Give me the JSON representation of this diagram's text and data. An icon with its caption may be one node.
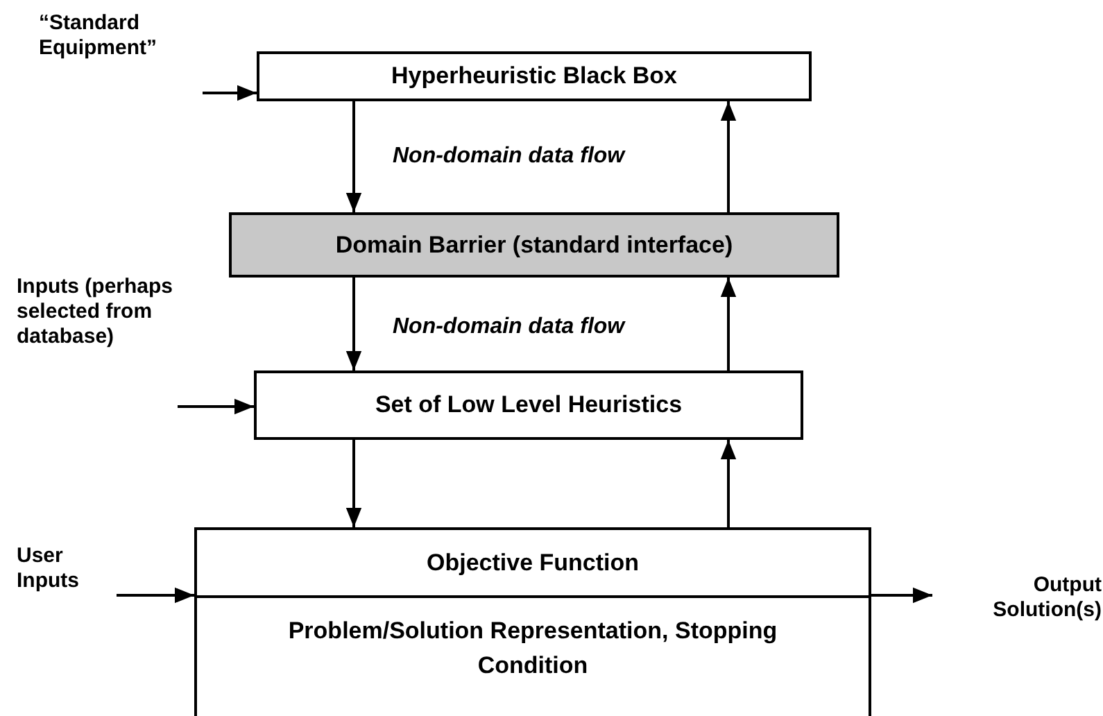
{
  "diagram": {
    "nodes": [
      {
        "text": [
          "“Standard Equipment”"
        ]
      },
      {
        "text": [
          "Hyperheuristic Black Box"
        ]
      },
      {
        "text": [
          "Domain Barrier (standard interface)"
        ]
      },
      {
        "text": [
          "Inputs (perhaps selected from database)"
        ]
      },
      {
        "text": [
          "Set of Low Level Heuristics"
        ]
      },
      {
        "text": [
          "Objective Function",
          "Problem/Solution Representation, Stopping Condition"
        ]
      },
      {
        "text": [
          "User Inputs"
        ]
      },
      {
        "text": [
          "Output Solution(s)"
        ]
      }
    ],
    "edges": [
      {
        "from": 0,
        "to": 1,
        "arrow": "to"
      },
      {
        "from": 1,
        "to": 2,
        "arrow": "to"
      },
      {
        "from": 2,
        "to": 1,
        "arrow": "to"
      },
      {
        "from": 2,
        "to": 4,
        "arrow": "to"
      },
      {
        "from": 4,
        "to": 2,
        "arrow": "to"
      },
      {
        "from": 3,
        "to": 4,
        "arrow": "to"
      },
      {
        "from": 4,
        "to": 5,
        "arrow": "to"
      },
      {
        "from": 5,
        "to": 4,
        "arrow": "to"
      },
      {
        "from": 6,
        "to": 5,
        "arrow": "to"
      },
      {
        "from": 5,
        "to": 7,
        "arrow": "to"
      }
    ],
    "labels": [
      "Non-domain data flow",
      "Non-domain data flow"
    ]
  }
}
